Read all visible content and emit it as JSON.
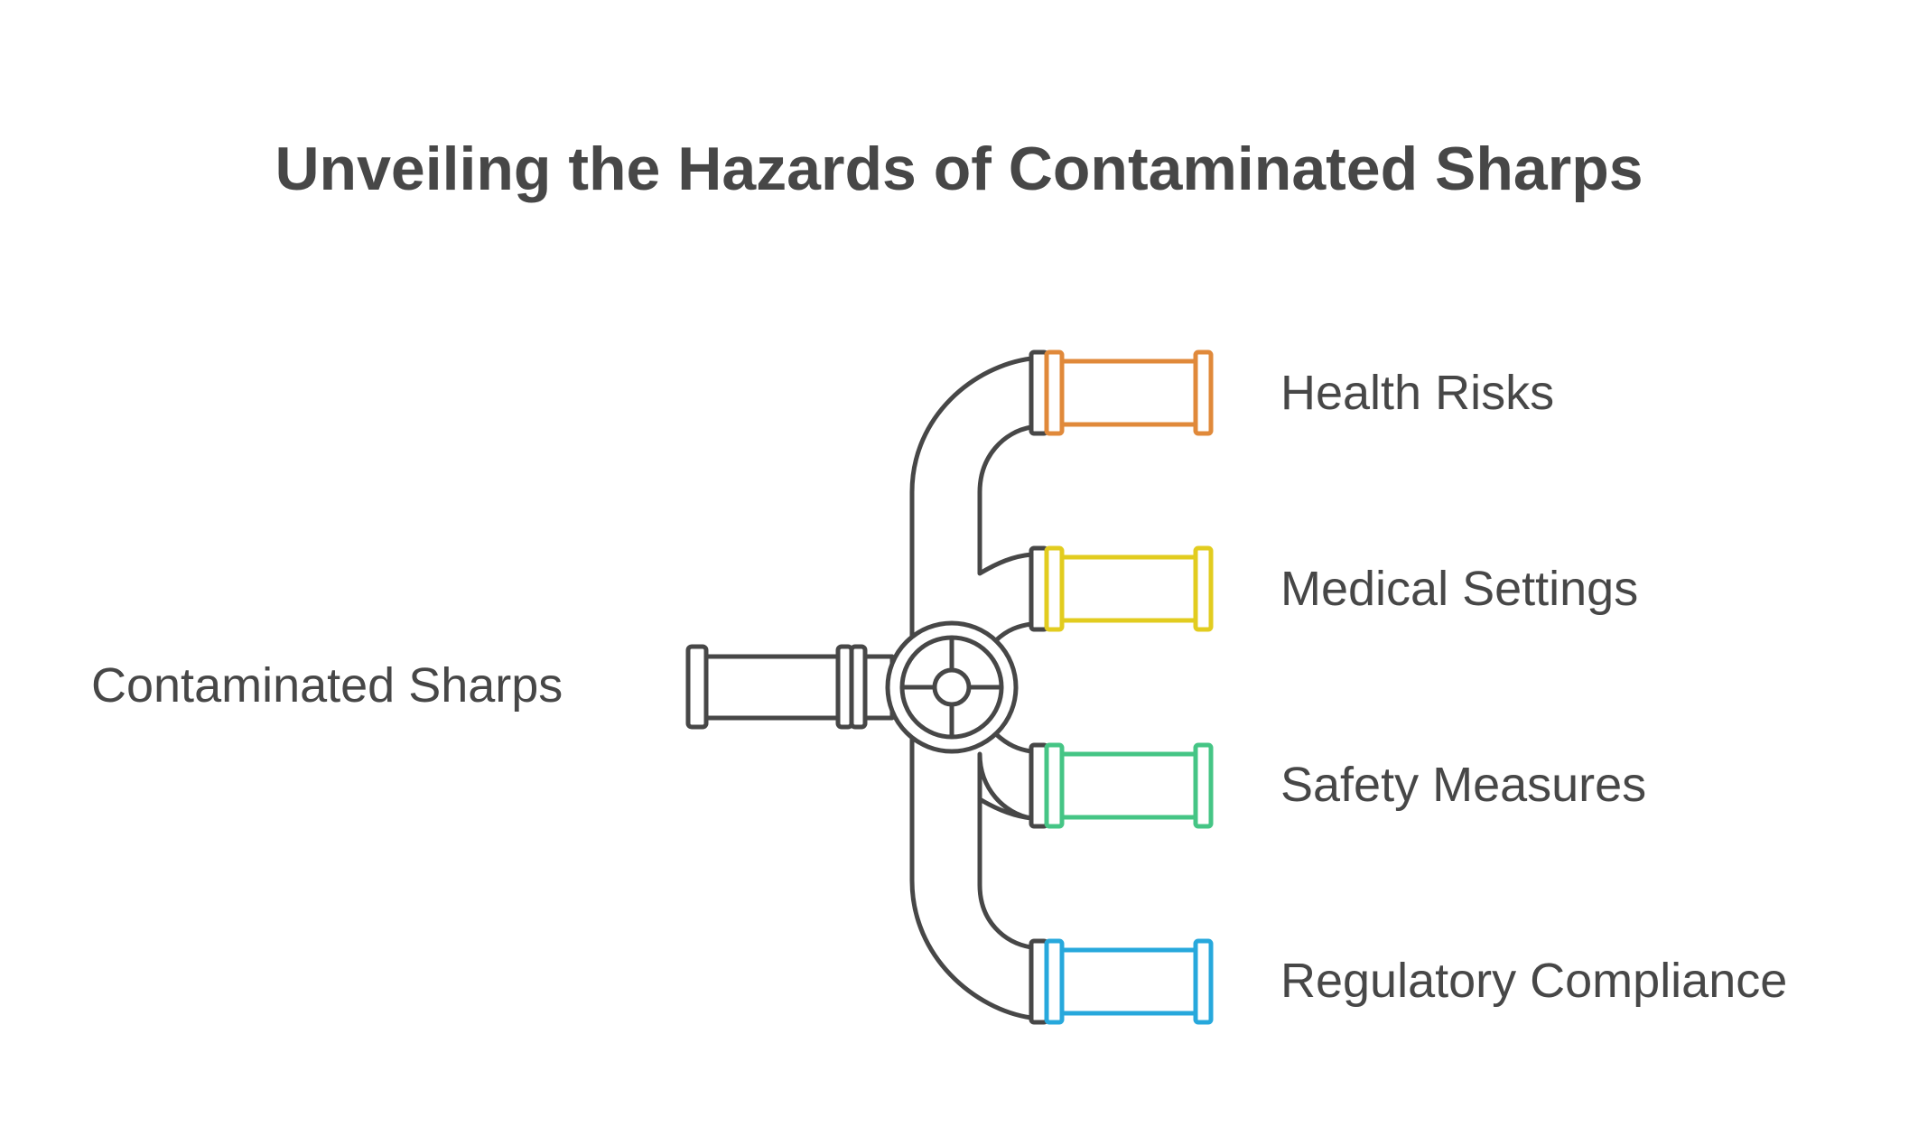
{
  "title": "Unveiling the Hazards of Contaminated Sharps",
  "source": {
    "label": "Contaminated Sharps"
  },
  "branches": [
    {
      "label": "Health Risks",
      "color": "#E0893A"
    },
    {
      "label": "Medical Settings",
      "color": "#E2CC1F"
    },
    {
      "label": "Safety Measures",
      "color": "#45C585"
    },
    {
      "label": "Regulatory Compliance",
      "color": "#27A8DC"
    }
  ],
  "colors": {
    "pipe_outline": "#474747",
    "text": "#474747"
  }
}
